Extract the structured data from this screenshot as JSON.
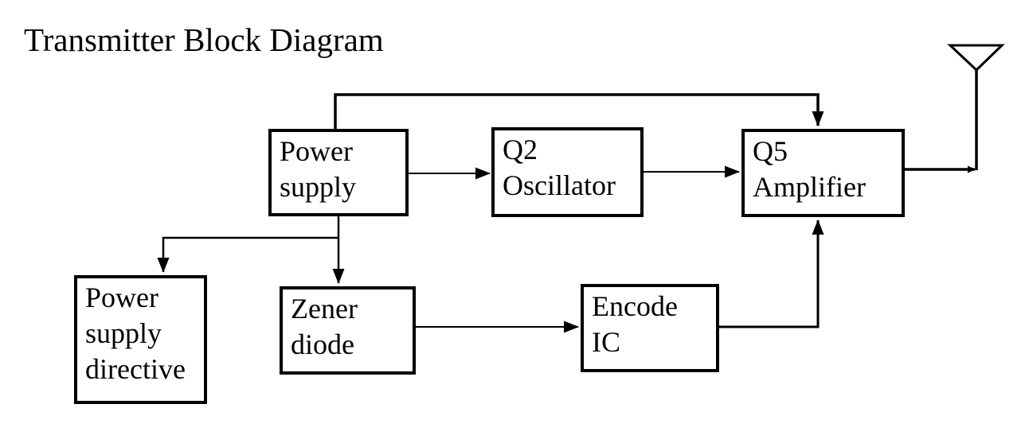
{
  "title": "Transmitter Block Diagram",
  "colors": {
    "line": "#000000",
    "background": "#ffffff"
  },
  "nodes": {
    "power_supply": {
      "label": "Power\nsupply"
    },
    "q2_oscillator": {
      "label": "Q2\nOscillator"
    },
    "q5_amplifier": {
      "label": "Q5\nAmplifier"
    },
    "power_supply_directive": {
      "label": "Power\nsupply\ndirective"
    },
    "zener_diode": {
      "label": "Zener\ndiode"
    },
    "encode_ic": {
      "label": "Encode\nIC"
    },
    "antenna": {
      "label": ""
    }
  },
  "edges": [
    {
      "from": "power_supply",
      "to": "q5_amplifier",
      "route": "over-the-top feedback line into top of Q5"
    },
    {
      "from": "power_supply",
      "to": "q2_oscillator",
      "route": "straight right arrow"
    },
    {
      "from": "q2_oscillator",
      "to": "q5_amplifier",
      "route": "straight right arrow"
    },
    {
      "from": "q5_amplifier",
      "to": "antenna",
      "route": "right then up to antenna"
    },
    {
      "from": "power_supply",
      "to": "zener_diode",
      "route": "straight down arrow"
    },
    {
      "from": "power_supply",
      "to": "power_supply_directive",
      "route": "down, left branch, down arrow"
    },
    {
      "from": "zener_diode",
      "to": "encode_ic",
      "route": "straight right arrow"
    },
    {
      "from": "encode_ic",
      "to": "q5_amplifier",
      "route": "right then up into bottom of Q5"
    }
  ]
}
